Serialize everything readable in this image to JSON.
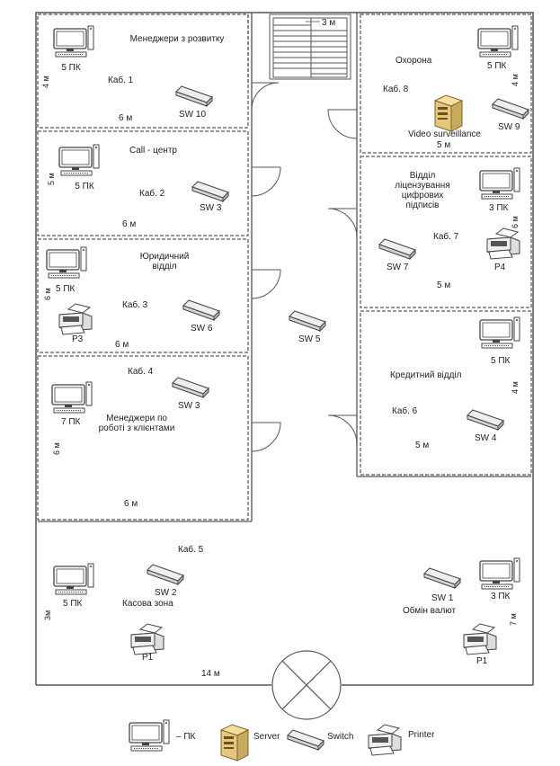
{
  "colors": {
    "wall": "#555555",
    "dashed": "#777777",
    "icon": "#444444",
    "server": "#e6c67a"
  },
  "rooms": {
    "r1": {
      "title": "Менеджери з розвитку",
      "cab": "Каб. 1",
      "pc": "5 ПК",
      "sw": "SW 10",
      "width": "6 м",
      "height": "4 м"
    },
    "r2": {
      "title": "Call - центр",
      "cab": "Каб. 2",
      "pc": "5 ПК",
      "sw": "SW 3",
      "width": "6 м",
      "height": "5 м"
    },
    "r3": {
      "title": "Юридичний відділ",
      "cab": "Каб. 3",
      "pc": "5 ПК",
      "sw": "SW 6",
      "printer": "P3",
      "width": "6 м",
      "height": "6 м"
    },
    "r4": {
      "title": "Менеджери по роботі з клієнтами",
      "cab": "Каб. 4",
      "pc": "7 ПК",
      "sw": "SW 3",
      "width": "6 м",
      "height": "6 м"
    },
    "r5": {
      "cab": "Каб. 5",
      "left_zone": "Касова зона",
      "right_zone": "Обмін валют",
      "pc_left": "5 ПК",
      "pc_right": "3 ПК",
      "sw_left": "SW 2",
      "sw_right": "SW 1",
      "printer_left": "P1",
      "printer_right": "P1",
      "width": "14 м",
      "height_left": "3м",
      "height_right": "7 м"
    },
    "r6": {
      "title": "Кредитний відділ",
      "cab": "Каб. 6",
      "pc": "5 ПК",
      "sw": "SW 4",
      "width": "5 м",
      "height": "4 м"
    },
    "r7": {
      "title": "Відділ ліцензування цифрових підписів",
      "cab": "Каб. 7",
      "pc": "3 ПК",
      "sw": "SW 7",
      "printer": "P4",
      "width": "5 м",
      "height": "6 м"
    },
    "r8": {
      "title": "Охорона",
      "cab": "Каб. 8",
      "pc": "5 ПК",
      "sw": "SW 9",
      "server": "Video surveillance",
      "width": "5 м",
      "height": "4 м"
    }
  },
  "corridor": {
    "sw": "SW 5",
    "stairs_width": "3 м"
  },
  "legend": {
    "pc": "– ПК",
    "server": "Server",
    "switch": "Switch",
    "printer": "Printer"
  }
}
